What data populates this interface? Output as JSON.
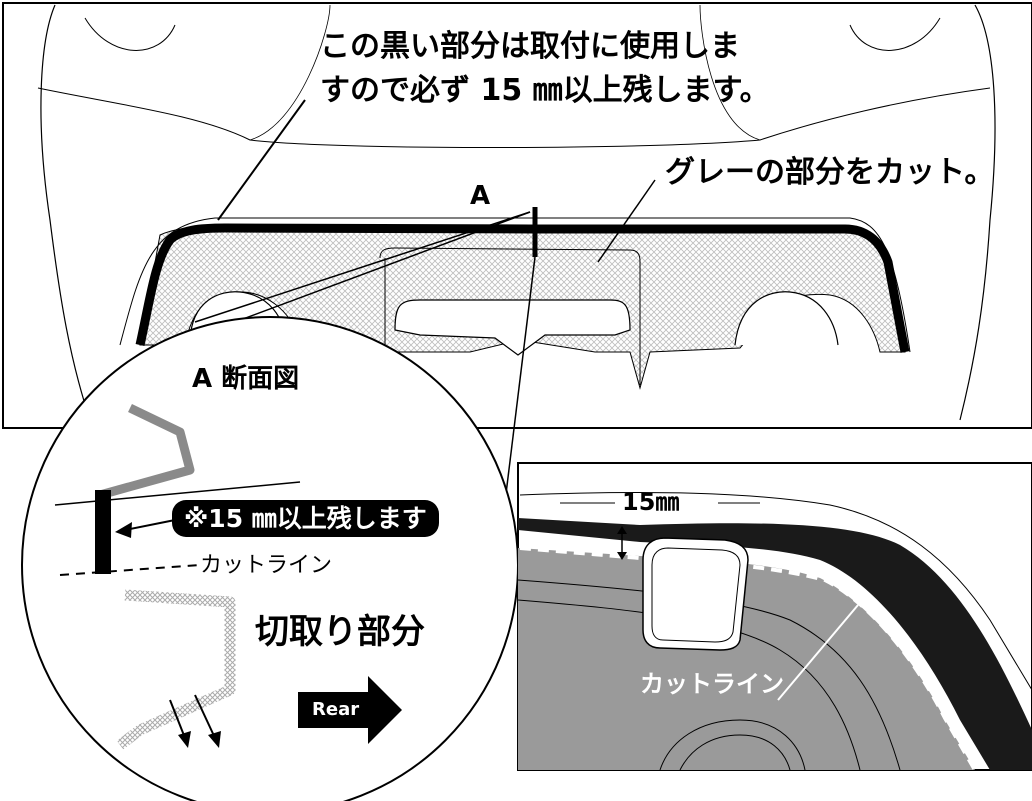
{
  "top_note": {
    "line1": "この黒い部分は取付に使用しま",
    "line2": "すので必ず 15 ㎜以上残します。"
  },
  "cut_note": "グレーの部分をカット。",
  "section_marker": "A",
  "section_view": {
    "title": "A 断面図",
    "keep_note": "※15 ㎜以上残します",
    "cut_line_label": "カットライン",
    "cut_part_label": "切取り部分",
    "rear_label": "Rear"
  },
  "detail_view": {
    "dimension_label": "15㎜",
    "cut_line_label": "カットライン"
  },
  "colors": {
    "outline": "#000000",
    "cut_area_gray": "#9a9a9a",
    "hatch_gray": "#bdbdbd",
    "background": "#ffffff"
  }
}
